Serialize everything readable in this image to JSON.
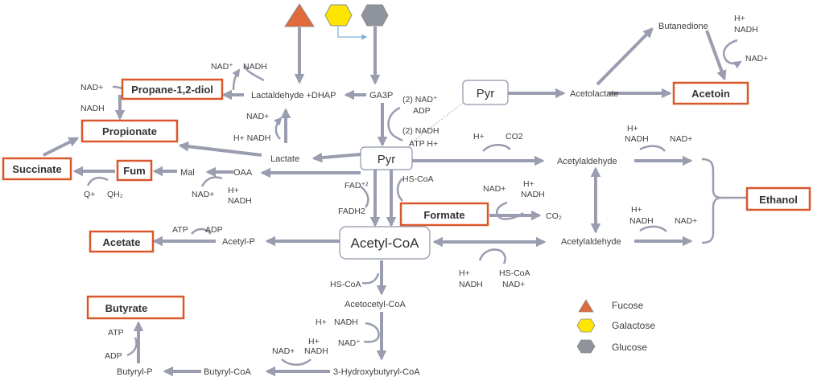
{
  "colors": {
    "arrow": "#9a9cb0",
    "product_border": "#d9582b",
    "fucose": "#e06a3a",
    "galactose": "#ffe600",
    "glucose": "#8f939c"
  },
  "legend": {
    "fucose": "Fucose",
    "galactose": "Galactose",
    "glucose": "Glucose"
  },
  "nodes": {
    "pyr_main": "Pyr",
    "pyr_top": "Pyr",
    "acetyl_coa": "Acetyl-CoA"
  },
  "products": {
    "propanediol": "Propane-1,2-diol",
    "propionate": "Propionate",
    "succinate": "Succinate",
    "fum": "Fum",
    "acetate": "Acetate",
    "butyrate": "Butyrate",
    "formate": "Formate",
    "acetoin": "Acetoin",
    "ethanol": "Ethanol"
  },
  "metabolites": {
    "lactaldehyde_dhap": "Lactaldehyde +DHAP",
    "ga3p": "GA3P",
    "lactate": "Lactate",
    "oaa": "OAA",
    "mal": "Mal",
    "acetyl_p": "Acetyl-P",
    "acetocetyl_coa": "Acetocetyl-CoA",
    "hydroxybutyryl_coa": "3-Hydroxybutyryl-CoA",
    "butyryl_coa": "Butyryl-CoA",
    "butyryl_p": "Butyryl-P",
    "acetolactate": "Acetolactate",
    "butanedione": "Butanedione",
    "acetylaldehyde_1": "Acetylaldehyde",
    "acetylaldehyde_2": "Acetylaldehyde"
  },
  "cofactors": {
    "nad_plus_sup": "NAD⁺",
    "nadh": "NADH",
    "nad_plus": "NAD+",
    "h_plus": "H+",
    "h_plus_nadh": "H+ NADH",
    "fad2": "FAD⁺²",
    "fadh2": "FADH2",
    "hs_coa": "HS-CoA",
    "atp": "ATP",
    "adp": "ADP",
    "co2": "CO2",
    "co2_sub": "CO₂",
    "q_plus": "Q+",
    "qh2": "QH₂",
    "two_nad": "(2) NAD⁺",
    "two_nadh": "(2) NADH",
    "atp_h": "ATP H+"
  }
}
